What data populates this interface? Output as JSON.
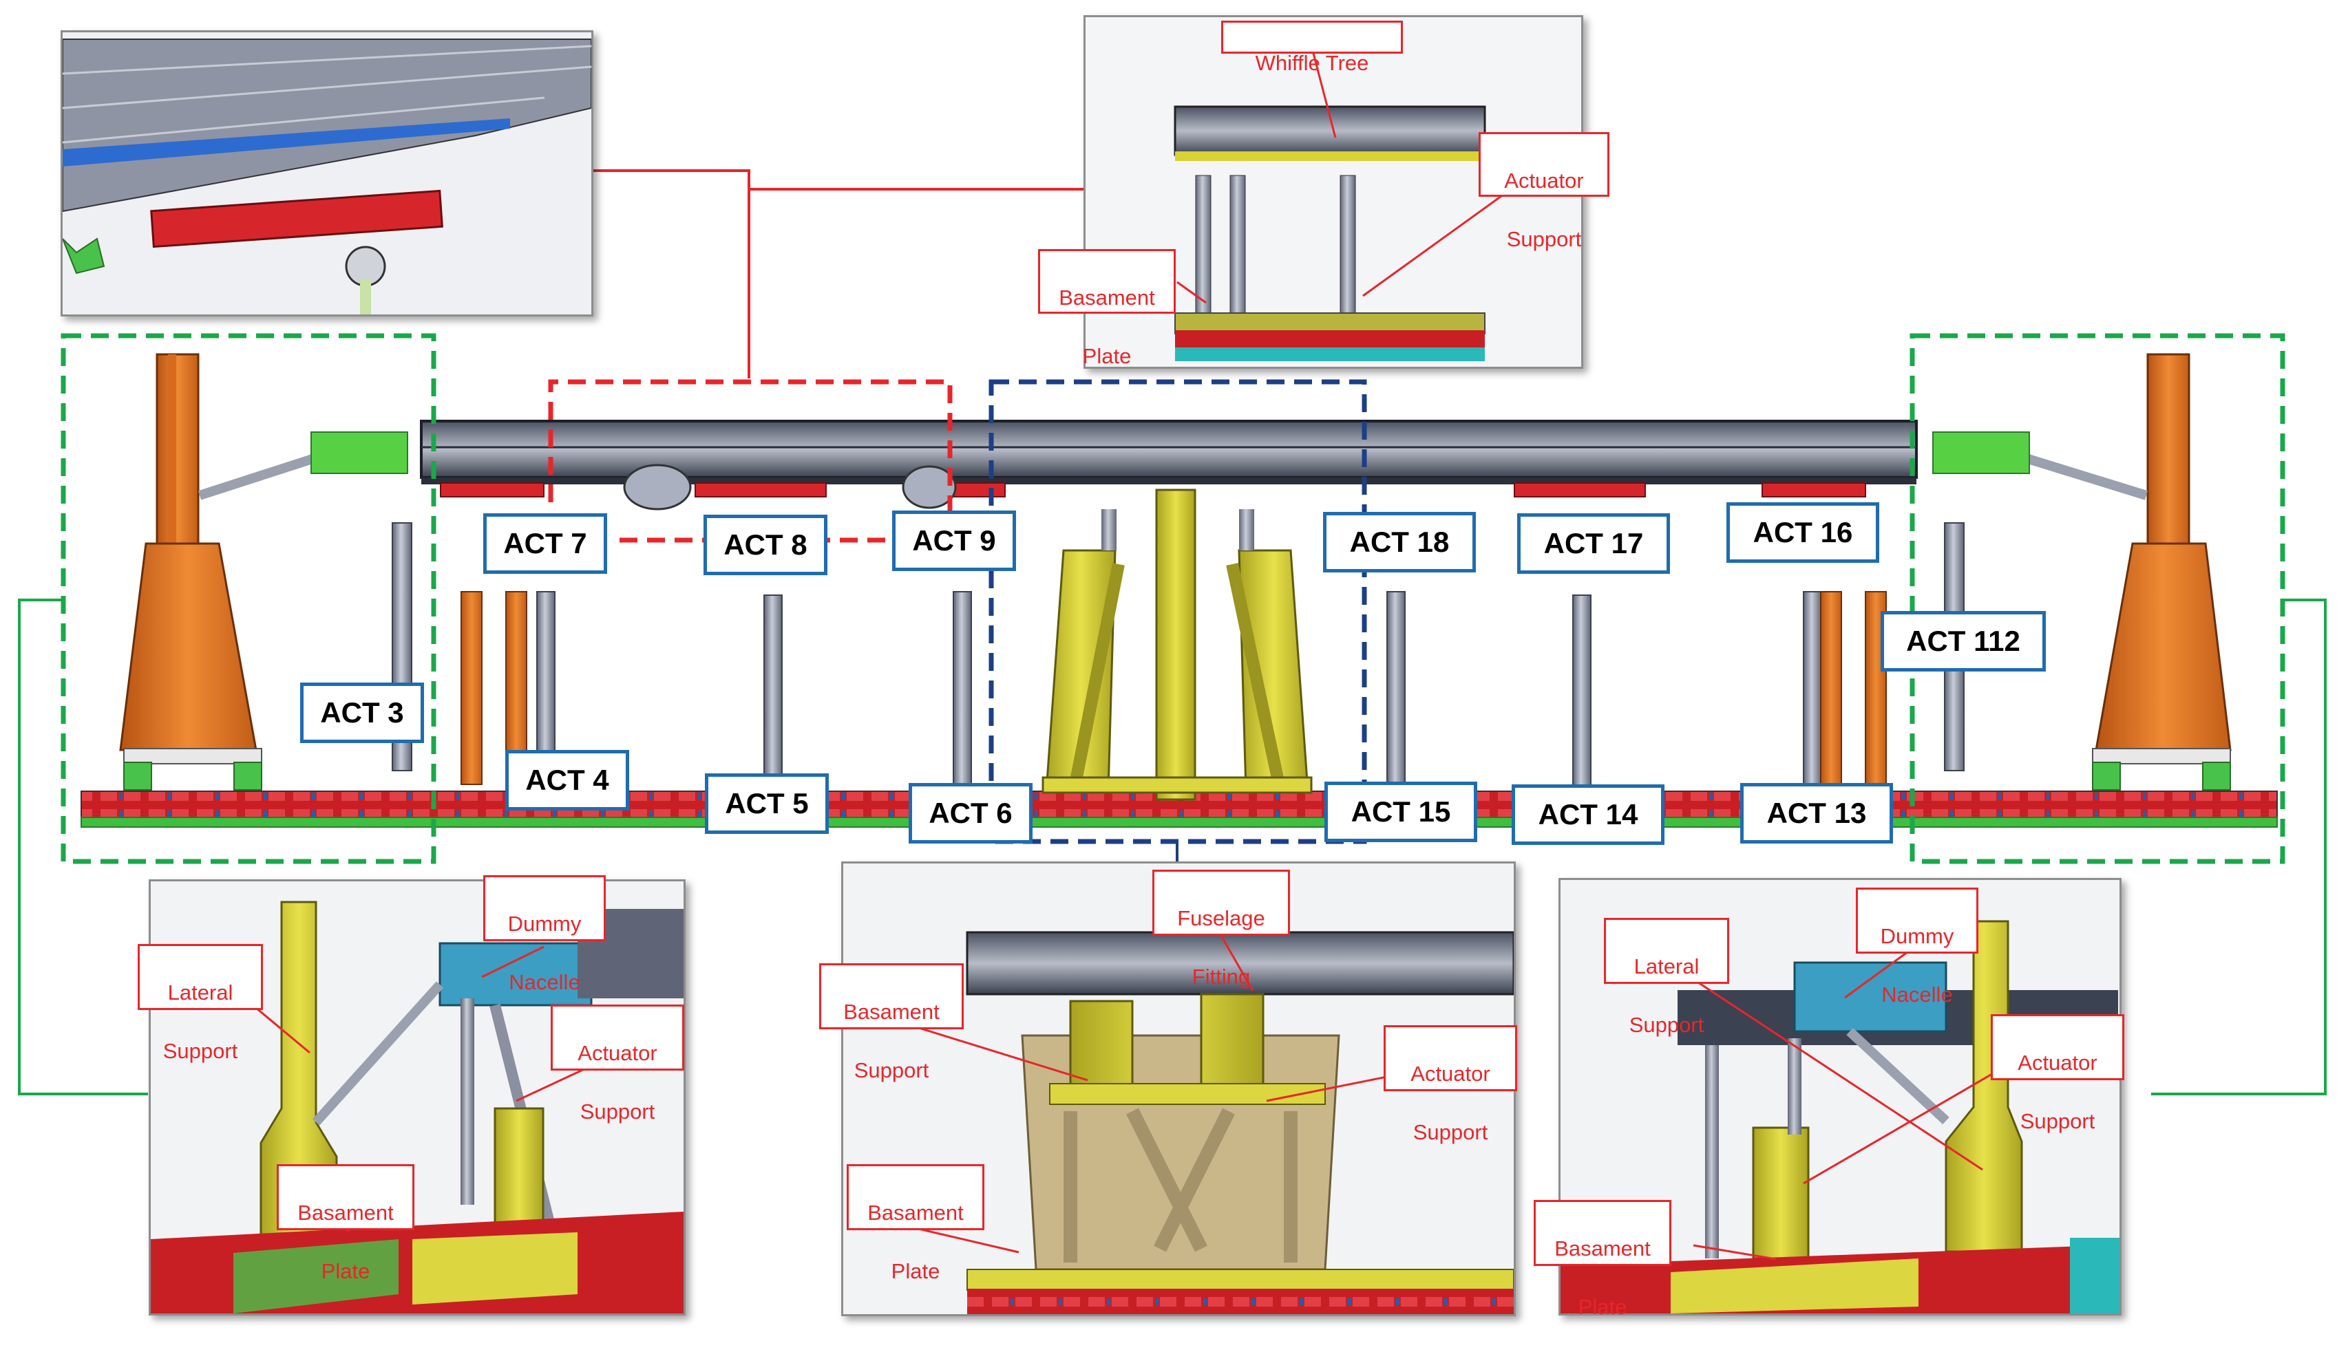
{
  "actuators": [
    {
      "id": "act7",
      "label": "ACT 7"
    },
    {
      "id": "act8",
      "label": "ACT 8"
    },
    {
      "id": "act9",
      "label": "ACT 9"
    },
    {
      "id": "act18",
      "label": "ACT 18"
    },
    {
      "id": "act17",
      "label": "ACT 17"
    },
    {
      "id": "act16",
      "label": "ACT 16"
    },
    {
      "id": "act112",
      "label": "ACT 112"
    },
    {
      "id": "act3",
      "label": "ACT 3"
    },
    {
      "id": "act4",
      "label": "ACT 4"
    },
    {
      "id": "act5",
      "label": "ACT 5"
    },
    {
      "id": "act6",
      "label": "ACT 6"
    },
    {
      "id": "act15",
      "label": "ACT 15"
    },
    {
      "id": "act14",
      "label": "ACT 14"
    },
    {
      "id": "act13",
      "label": "ACT 13"
    }
  ],
  "callouts": {
    "top_center": {
      "whiffle_tree": "Whiffle Tree",
      "actuator_support": [
        "Actuator",
        "Support"
      ],
      "basament_plate": [
        "Basament",
        "Plate"
      ]
    },
    "bottom_left": {
      "dummy_nacelle": [
        "Dummy",
        "Nacelle"
      ],
      "lateral_support": [
        "Lateral",
        "Support"
      ],
      "actuator_support": [
        "Actuator",
        "Support"
      ],
      "basament_plate": [
        "Basament",
        "Plate"
      ]
    },
    "bottom_center": {
      "fuselage_fitting": [
        "Fuselage",
        "Fitting"
      ],
      "basament_support": [
        "Basament",
        "Support"
      ],
      "actuator_support": [
        "Actuator",
        "Support"
      ],
      "basament_plate": [
        "Basament",
        "Plate"
      ]
    },
    "bottom_right": {
      "lateral_support": [
        "Lateral",
        "Support"
      ],
      "dummy_nacelle": [
        "Dummy",
        "Nacelle"
      ],
      "actuator_support": [
        "Actuator",
        "Support"
      ],
      "basament_plate": [
        "Basament",
        "Plate"
      ]
    }
  },
  "colors": {
    "label_border": "#1f6cb0",
    "callout_red": "#e8262a",
    "frame_green": "#1aa84a",
    "frame_red": "#e8262a",
    "frame_navy": "#1c3f86",
    "tower_orange": "#e0731f",
    "support_yellow": "#d9d234",
    "bed_red": "#d7262b",
    "bed_green": "#3fbf3f",
    "actuator_grey": "#8f95a6",
    "beam_dark": "#2f3542"
  }
}
